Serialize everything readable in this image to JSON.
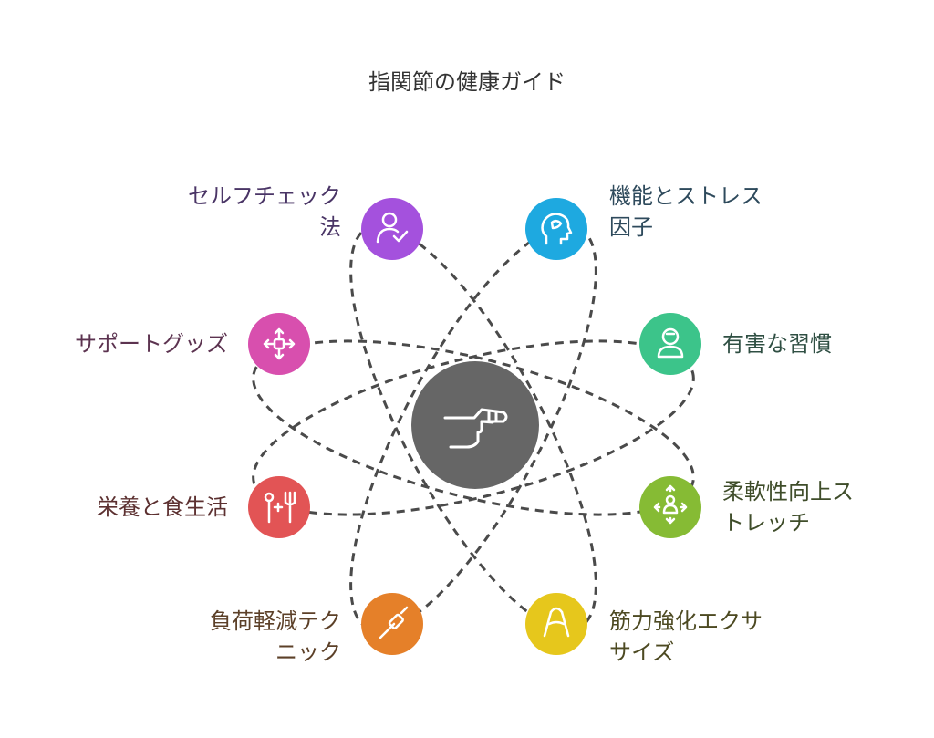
{
  "title": "指関節の健康ガイド",
  "colors": {
    "center": "#666666",
    "dash": "#4a4a4a"
  },
  "center_icon": "pointing-hand-icon",
  "nodes": [
    {
      "id": "self-check",
      "lines": [
        "セルフチェック",
        "法"
      ],
      "color": "#a451dd",
      "text_color": "#4a3566",
      "icon": "person-check-icon"
    },
    {
      "id": "function-stress",
      "lines": [
        "機能とストレス",
        "因子"
      ],
      "color": "#1ea9e0",
      "text_color": "#2e4a5c",
      "icon": "head-brain-icon"
    },
    {
      "id": "support-goods",
      "lines": [
        "サポートグッズ"
      ],
      "color": "#d84fae",
      "text_color": "#5c3350",
      "icon": "move-arrows-icon"
    },
    {
      "id": "bad-habits",
      "lines": [
        "有害な習慣"
      ],
      "color": "#3cc48a",
      "text_color": "#2f4f43",
      "icon": "person-alert-icon"
    },
    {
      "id": "nutrition",
      "lines": [
        "栄養と食生活"
      ],
      "color": "#e25455",
      "text_color": "#5c3030",
      "icon": "fork-knife-icon"
    },
    {
      "id": "flex-stretch",
      "lines": [
        "柔軟性向上ス",
        "トレッチ"
      ],
      "color": "#86bb34",
      "text_color": "#3f4d2a",
      "icon": "stretch-person-icon"
    },
    {
      "id": "load-reduction",
      "lines": [
        "負荷軽減テク",
        "ニック"
      ],
      "color": "#e58029",
      "text_color": "#5c4028",
      "icon": "tool-icon"
    },
    {
      "id": "strength-exercise",
      "lines": [
        "筋力強化エクサ",
        "サイズ"
      ],
      "color": "#e6c71c",
      "text_color": "#4d4a22",
      "icon": "hand-gripper-icon"
    }
  ]
}
